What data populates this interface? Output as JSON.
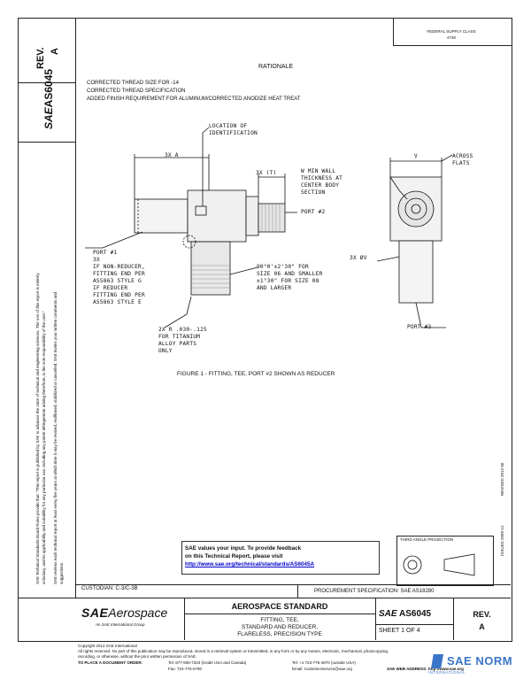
{
  "header": {
    "stamp_line1": "FEDERAL SUPPLY CLASS",
    "stamp_line2": "4730",
    "rev_label": "REV.",
    "rev_value": "A",
    "doc_number": "AS6045",
    "doc_prefix": "SAE"
  },
  "rationale": {
    "title": "RATIONALE",
    "lines": [
      "CORRECTED THREAD SIZE FOR -14",
      "CORRECTED THREAD SPECIFICATION",
      "ADDED FINISH REQUIREMENT FOR ALUMINUM/CORRECTED ANODIZE HEAT TREAT"
    ]
  },
  "drawing": {
    "loc_id_line1": "LOCATION OF",
    "loc_id_line2": "IDENTIFICATION",
    "dim_3xa": "3X A",
    "dim_3xt": "3X (T)",
    "dim_v": "V",
    "across_flats_1": "ACROSS",
    "across_flats_2": "FLATS",
    "min_wall_1": "W MIN WALL",
    "min_wall_2": "THICKNESS AT",
    "min_wall_3": "CENTER BODY",
    "min_wall_4": "SECTION",
    "port2": "PORT #2",
    "port1_lines": [
      "PORT #1",
      "3X",
      "IF NON-REDUCER,",
      "FITTING END PER",
      "AS5863 STYLE G",
      "IF REDUCER",
      "FITTING END PER",
      "AS5863 STYLE E"
    ],
    "angle_lines": [
      "90°0'±2'30\" FOR",
      "SIZE 06 AND SMALLER",
      "±1°30\" FOR SIZE 08",
      "AND LARGER"
    ],
    "dim_3xdv": "3X ØV",
    "radius_lines": [
      "2X R .030-.125",
      "FOR TITANIUM",
      "ALLOY PARTS",
      "ONLY"
    ],
    "port3": "PORT #3",
    "figure_caption": "FIGURE 1 - FITTING, TEE, PORT #2 SHOWN AS REDUCER"
  },
  "side_notice": {
    "line1": "SAE Technical Standards Board Rules provide that: \"This report is published by SAE to advance the state of technical and engineering sciences. The use of this report is entirely",
    "line2": "voluntary, and its applicability and suitability for any particular use, including any patent infringement arising therefrom, is the sole responsibility of the user.\"",
    "line3": "SAE reviews each technical report at least every five years at which time it may be revised, reaffirmed, stabilized or cancelled. SAE invites your written comments and",
    "line4": "suggestions."
  },
  "right_notes": {
    "revised": "REVISED 2012-06",
    "issued": "ISSUED 2009-12"
  },
  "feedback": {
    "line1": "SAE values your input. To provide feedback",
    "line2": "on this Technical Report, please visit",
    "link": "http://www.sae.org/technical/standards/AS6045A"
  },
  "projection": {
    "label": "THIRD ANGLE PROJECTION"
  },
  "titleblock": {
    "custodian": "CUSTODIAN: C-3/C-3B",
    "procurement": "PROCUREMENT SPECIFICATION: SAE AS18280",
    "sae_logo": "SAE",
    "aerospace": "Aerospace",
    "sae_intl": "An SAE International Group",
    "standard": "AEROSPACE STANDARD",
    "title_line1": "FITTING, TEE,",
    "title_line2": "STANDARD AND REDUCER,",
    "title_line3": "FLARELESS, PRECISION TYPE",
    "doc_label": "SAE",
    "doc_number": "AS6045",
    "sheet": "SHEET 1 OF 4",
    "rev_label": "REV.",
    "rev_value": "A"
  },
  "footer": {
    "copyright": "Copyright 2012 SAE International",
    "rights1": "All rights reserved. No part of this publication may be reproduced, stored in a retrieval system or transmitted, in any form or by any means, electronic, mechanical, photocopying,",
    "rights2": "recording, or otherwise, without the prior written permission of SAE.",
    "order_label": "TO PLACE A DOCUMENT ORDER:",
    "tel1": "Tel: 877-606-7323 (inside USA and Canada)",
    "fax": "Fax: 724-776-0790",
    "tel2": "Tel: +1 724-776-4970 (outside USA)",
    "email": "Email: CustomerService@sae.org",
    "web": "SAE WEB ADDRESS: http://www.sae.org",
    "watermark": "SAE NORM",
    "watermark_sub": "INTERNATIONAL"
  }
}
